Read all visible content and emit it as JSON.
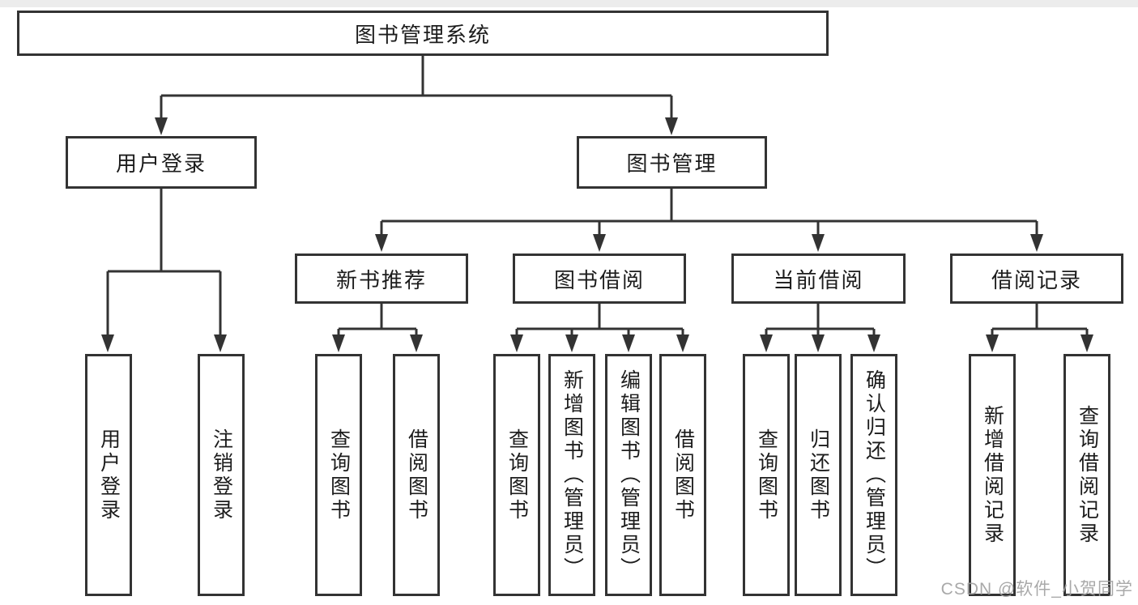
{
  "diagram": {
    "title": "图书管理系统",
    "watermark": "CSDN @软件_小贺同学"
  },
  "nodes": {
    "level2": [
      {
        "label": "用户登录"
      },
      {
        "label": "图书管理"
      }
    ],
    "level3": [
      {
        "label": "新书推荐"
      },
      {
        "label": "图书借阅"
      },
      {
        "label": "当前借阅"
      },
      {
        "label": "借阅记录"
      }
    ],
    "leaves": [
      {
        "label": "用户登录"
      },
      {
        "label": "注销登录"
      },
      {
        "label": "查询图书"
      },
      {
        "label": "借阅图书"
      },
      {
        "label": "查询图书"
      },
      {
        "label": "新增图书（管理员）"
      },
      {
        "label": "编辑图书（管理员）"
      },
      {
        "label": "借阅图书"
      },
      {
        "label": "查询图书"
      },
      {
        "label": "归还图书"
      },
      {
        "label": "确认归还（管理员）"
      },
      {
        "label": "新增借阅记录"
      },
      {
        "label": "查询借阅记录"
      }
    ]
  }
}
